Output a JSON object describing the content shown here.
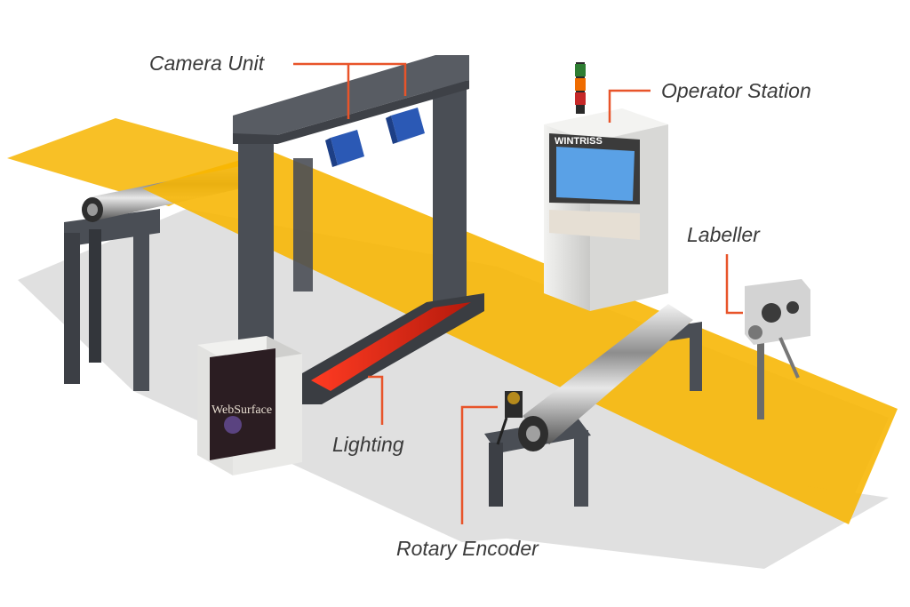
{
  "labels": {
    "camera_unit": "Camera Unit",
    "operator_station": "Operator Station",
    "labeller": "Labeller",
    "lighting": "Lighting",
    "rotary_encoder": "Rotary Encoder"
  },
  "station_brand": "WINTRISS",
  "cabinet_logo": "WebSurface",
  "colors": {
    "web": "#f7b500",
    "frame": "#4a4e55",
    "callout_line": "#e8542a",
    "text": "#3a3a3a",
    "cabinet": "#e9e9e7",
    "camera": "#2b59b5"
  }
}
